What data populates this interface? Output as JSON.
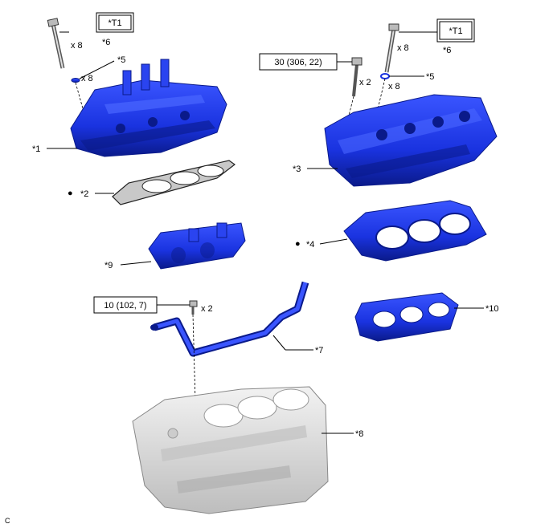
{
  "diagram": {
    "callouts": {
      "c1": "*1",
      "c2": "*2",
      "c3": "*3",
      "c4": "*4",
      "c5_left": "*5",
      "c5_right": "*5",
      "c6_left": "*6",
      "c6_right": "*6",
      "c7": "*7",
      "c8": "*8",
      "c9": "*9",
      "c10": "*10"
    },
    "tags": {
      "t1_left": "*T1",
      "t1_right": "*T1"
    },
    "quantities": {
      "bolt_left": "x 8",
      "washer_left": "x 8",
      "bolt_right": "x 8",
      "washer_right": "x 8",
      "short_bolt_right": "x 2",
      "pipe_bolt": "x 2"
    },
    "torque": {
      "head_bolt": "30 (306, 22)",
      "pipe_bolt": "10 (102, 7)"
    },
    "markers": {
      "m2": "●",
      "m4": "●"
    },
    "figure_code": "C"
  },
  "colors": {
    "part_blue": "#1a33e0",
    "part_dark": "#0a1a8a",
    "block_gray": "#d8d8d8"
  }
}
